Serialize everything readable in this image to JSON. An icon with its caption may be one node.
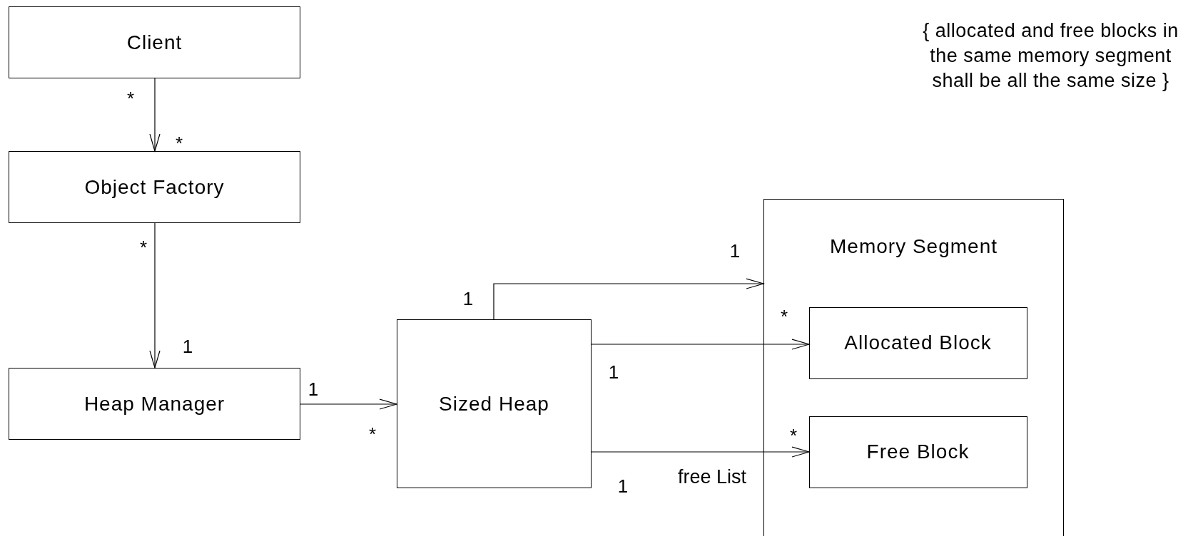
{
  "diagram": {
    "nodes": [
      {
        "text": [
          "Client"
        ]
      },
      {
        "text": [
          "Object Factory"
        ]
      },
      {
        "text": [
          "Heap Manager"
        ]
      },
      {
        "text": [
          "Sized Heap"
        ]
      },
      {
        "text": [
          "Memory Segment"
        ]
      },
      {
        "text": [
          "Allocated Block"
        ],
        "in": 4
      },
      {
        "text": [
          "Free Block"
        ],
        "in": 4
      }
    ],
    "edges": [
      {
        "from": 0,
        "to": 1,
        "arrow": "to"
      },
      {
        "from": 1,
        "to": 2,
        "arrow": "to"
      },
      {
        "from": 2,
        "to": 3,
        "arrow": "to"
      },
      {
        "from": 3,
        "to": 4,
        "arrow": "to"
      },
      {
        "from": 3,
        "to": 5,
        "arrow": "to"
      },
      {
        "from": 3,
        "to": 6,
        "arrow": "to",
        "label": "free List"
      }
    ],
    "labels": [
      "{  allocated and free blocks in the same memory segment shall be all the same size }",
      "*",
      "*",
      "*",
      "1",
      "1",
      "*",
      "1",
      "1",
      "1",
      "*",
      "*",
      "1"
    ]
  }
}
